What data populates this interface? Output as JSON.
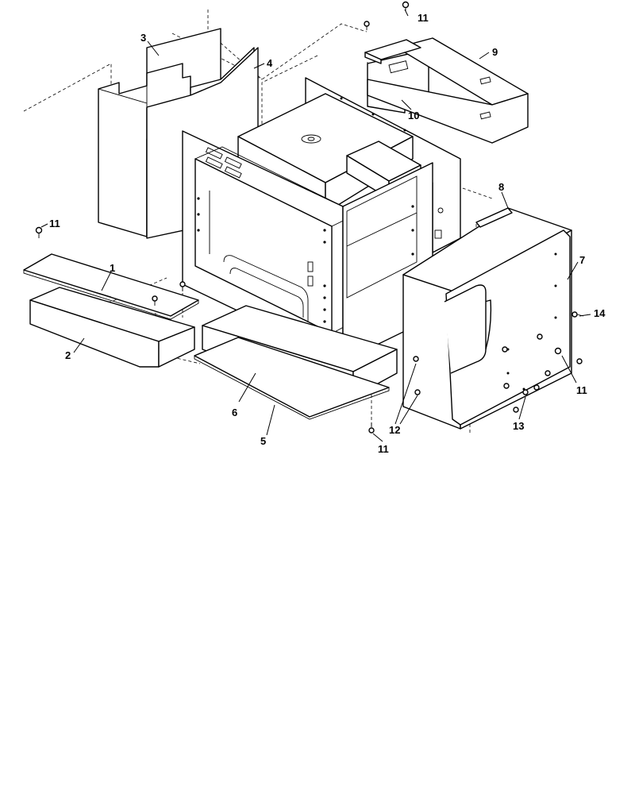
{
  "diagram": {
    "callouts": {
      "c1": "1",
      "c2": "2",
      "c3": "3",
      "c4": "4",
      "c5": "5",
      "c6": "6",
      "c7": "7",
      "c8": "8",
      "c9": "9",
      "c10": "10",
      "c11a": "11",
      "c11b": "11",
      "c11c": "11",
      "c11d": "11",
      "c12": "12",
      "c13": "13",
      "c14": "14"
    }
  }
}
